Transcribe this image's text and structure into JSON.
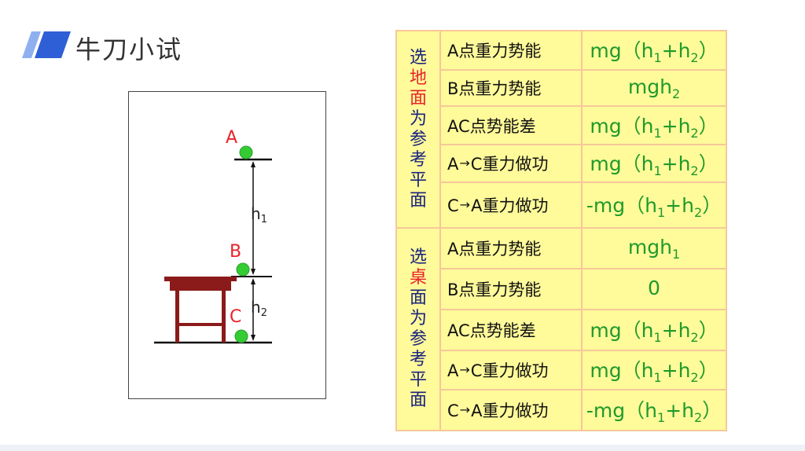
{
  "header": {
    "title": "牛刀小试",
    "accent_color": "#2f5fd6"
  },
  "figure": {
    "point_labels": [
      "A",
      "B",
      "C"
    ],
    "height_labels": [
      {
        "main": "h",
        "sub": "1"
      },
      {
        "main": "h",
        "sub": "2"
      }
    ],
    "ball_color": "#33cc33",
    "table_color": "#8b1a1a",
    "label_color": "#e8232b"
  },
  "energy_table": {
    "groups": [
      {
        "label_chars": [
          "选",
          "地",
          "面",
          "为",
          "参",
          "考",
          "平",
          "面"
        ],
        "highlight_index": 1,
        "rows": [
          {
            "item": "A点重力势能",
            "value": {
              "prefix": "mg（h",
              "s1": "1",
              "mid": "+h",
              "s2": "2",
              "suffix": "）"
            }
          },
          {
            "item": "B点重力势能",
            "value": {
              "prefix": "mgh",
              "s1": "2",
              "mid": "",
              "s2": "",
              "suffix": ""
            }
          },
          {
            "item": "AC点势能差",
            "value": {
              "prefix": "mg（h",
              "s1": "1",
              "mid": "+h",
              "s2": "2",
              "suffix": "）"
            }
          },
          {
            "item_from": "A",
            "item_to": "C",
            "item_rest": "重力做功",
            "value": {
              "prefix": "mg（h",
              "s1": "1",
              "mid": "+h",
              "s2": "2",
              "suffix": "）"
            }
          },
          {
            "item_from": "C",
            "item_to": "A",
            "item_rest": "重力做功",
            "value": {
              "prefix": "-mg（h",
              "s1": "1",
              "mid": "+h",
              "s2": "2",
              "suffix": "）"
            }
          }
        ]
      },
      {
        "label_chars": [
          "选",
          "桌",
          "面",
          "为",
          "参",
          "考",
          "平",
          "面"
        ],
        "highlight_index": 1,
        "rows": [
          {
            "item": "A点重力势能",
            "value": {
              "prefix": "mgh",
              "s1": "1",
              "mid": "",
              "s2": "",
              "suffix": ""
            }
          },
          {
            "item": "B点重力势能",
            "value": {
              "prefix": "0",
              "s1": "",
              "mid": "",
              "s2": "",
              "suffix": ""
            }
          },
          {
            "item": "AC点势能差",
            "value": {
              "prefix": "mg（h",
              "s1": "1",
              "mid": "+h",
              "s2": "2",
              "suffix": "）"
            }
          },
          {
            "item_from": "A",
            "item_to": "C",
            "item_rest": "重力做功",
            "value": {
              "prefix": "mg（h",
              "s1": "1",
              "mid": "+h",
              "s2": "2",
              "suffix": "）"
            }
          },
          {
            "item_from": "C",
            "item_to": "A",
            "item_rest": "重力做功",
            "value": {
              "prefix": "-mg（h",
              "s1": "1",
              "mid": "+h",
              "s2": "2",
              "suffix": "）"
            }
          }
        ]
      }
    ],
    "arrow_glyph": "→",
    "colors": {
      "background": "#fffa9a",
      "border": "#f6c89a",
      "value_text": "#1f9a2c",
      "group_text": "#1a237e",
      "highlight": "#e8232b"
    }
  }
}
